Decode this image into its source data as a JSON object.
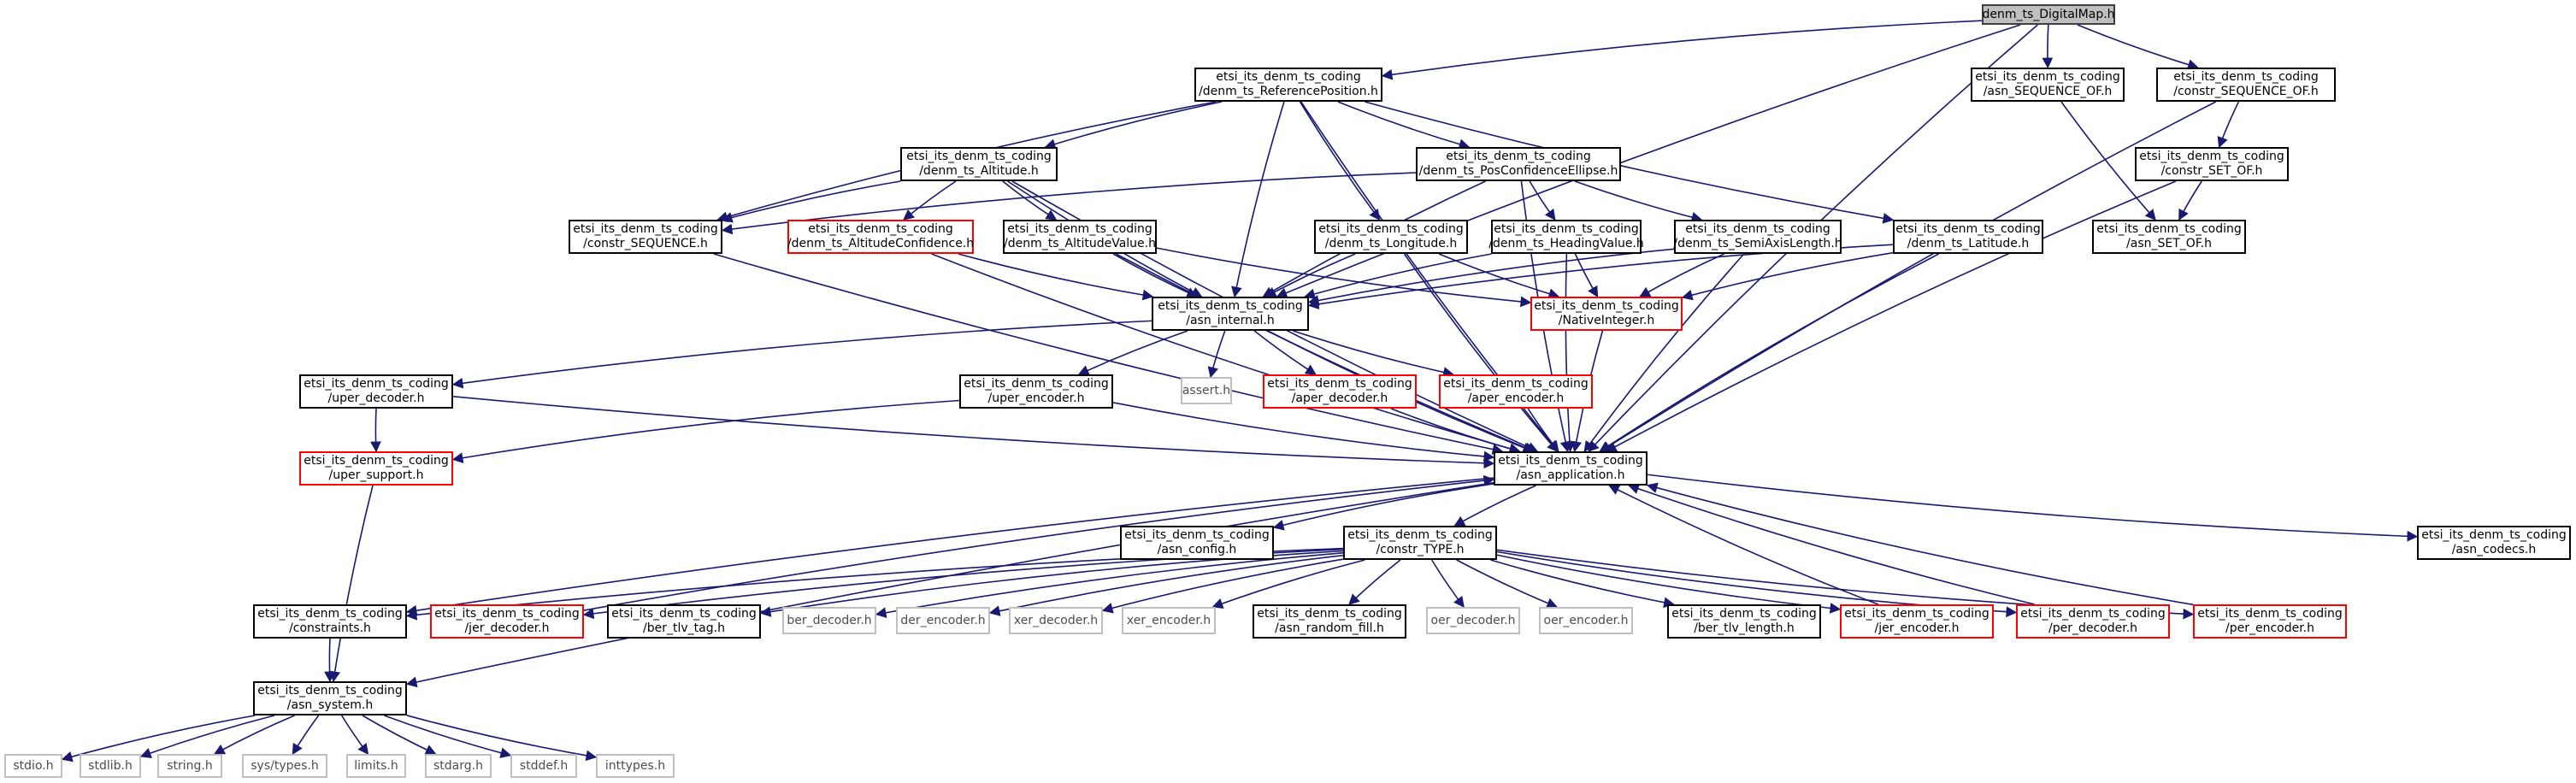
{
  "colors": {
    "edge": "#191970",
    "root_fill": "#bfbfbf",
    "truncated_border": "#ff0000",
    "system_border": "#bfbfbf"
  },
  "nodes": {
    "root": {
      "lines": [
        "denm_ts_DigitalMap.h"
      ],
      "style": "root"
    },
    "refpos": {
      "lines": [
        "etsi_its_denm_ts_coding",
        "/denm_ts_ReferencePosition.h"
      ],
      "style": "normal"
    },
    "seqof": {
      "lines": [
        "etsi_its_denm_ts_coding",
        "/asn_SEQUENCE_OF.h"
      ],
      "style": "normal"
    },
    "cseqof": {
      "lines": [
        "etsi_its_denm_ts_coding",
        "/constr_SEQUENCE_OF.h"
      ],
      "style": "normal"
    },
    "altitude": {
      "lines": [
        "etsi_its_denm_ts_coding",
        "/denm_ts_Altitude.h"
      ],
      "style": "normal"
    },
    "posconf": {
      "lines": [
        "etsi_its_denm_ts_coding",
        "/denm_ts_PosConfidenceEllipse.h"
      ],
      "style": "normal"
    },
    "csetof": {
      "lines": [
        "etsi_its_denm_ts_coding",
        "/constr_SET_OF.h"
      ],
      "style": "normal"
    },
    "setof": {
      "lines": [
        "etsi_its_denm_ts_coding",
        "/asn_SET_OF.h"
      ],
      "style": "normal"
    },
    "cseq": {
      "lines": [
        "etsi_its_denm_ts_coding",
        "/constr_SEQUENCE.h"
      ],
      "style": "normal"
    },
    "altconf": {
      "lines": [
        "etsi_its_denm_ts_coding",
        "/denm_ts_AltitudeConfidence.h"
      ],
      "style": "red"
    },
    "altval": {
      "lines": [
        "etsi_its_denm_ts_coding",
        "/denm_ts_AltitudeValue.h"
      ],
      "style": "normal"
    },
    "longitude": {
      "lines": [
        "etsi_its_denm_ts_coding",
        "/denm_ts_Longitude.h"
      ],
      "style": "normal"
    },
    "heading": {
      "lines": [
        "etsi_its_denm_ts_coding",
        "/denm_ts_HeadingValue.h"
      ],
      "style": "normal"
    },
    "semiaxis": {
      "lines": [
        "etsi_its_denm_ts_coding",
        "/denm_ts_SemiAxisLength.h"
      ],
      "style": "normal"
    },
    "latitude": {
      "lines": [
        "etsi_its_denm_ts_coding",
        "/denm_ts_Latitude.h"
      ],
      "style": "normal"
    },
    "asninternal": {
      "lines": [
        "etsi_its_denm_ts_coding",
        "/asn_internal.h"
      ],
      "style": "normal"
    },
    "nativeint": {
      "lines": [
        "etsi_its_denm_ts_coding",
        "/NativeInteger.h"
      ],
      "style": "red"
    },
    "uperdec": {
      "lines": [
        "etsi_its_denm_ts_coding",
        "/uper_decoder.h"
      ],
      "style": "normal"
    },
    "uperenc": {
      "lines": [
        "etsi_its_denm_ts_coding",
        "/uper_encoder.h"
      ],
      "style": "normal"
    },
    "assert": {
      "lines": [
        "assert.h"
      ],
      "style": "grey"
    },
    "aperdec": {
      "lines": [
        "etsi_its_denm_ts_coding",
        "/aper_decoder.h"
      ],
      "style": "red"
    },
    "aperenc": {
      "lines": [
        "etsi_its_denm_ts_coding",
        "/aper_encoder.h"
      ],
      "style": "red"
    },
    "upersupport": {
      "lines": [
        "etsi_its_denm_ts_coding",
        "/uper_support.h"
      ],
      "style": "red"
    },
    "asnapp": {
      "lines": [
        "etsi_its_denm_ts_coding",
        "/asn_application.h"
      ],
      "style": "normal"
    },
    "asnconfig": {
      "lines": [
        "etsi_its_denm_ts_coding",
        "/asn_config.h"
      ],
      "style": "normal"
    },
    "constrtype": {
      "lines": [
        "etsi_its_denm_ts_coding",
        "/constr_TYPE.h"
      ],
      "style": "normal"
    },
    "asncodecs": {
      "lines": [
        "etsi_its_denm_ts_coding",
        "/asn_codecs.h"
      ],
      "style": "normal"
    },
    "constraints": {
      "lines": [
        "etsi_its_denm_ts_coding",
        "/constraints.h"
      ],
      "style": "normal"
    },
    "jerdec": {
      "lines": [
        "etsi_its_denm_ts_coding",
        "/jer_decoder.h"
      ],
      "style": "red"
    },
    "bertlvtag": {
      "lines": [
        "etsi_its_denm_ts_coding",
        "/ber_tlv_tag.h"
      ],
      "style": "normal"
    },
    "berdec": {
      "lines": [
        "ber_decoder.h"
      ],
      "style": "grey"
    },
    "derenc": {
      "lines": [
        "der_encoder.h"
      ],
      "style": "grey"
    },
    "xerdec": {
      "lines": [
        "xer_decoder.h"
      ],
      "style": "grey"
    },
    "xerenc": {
      "lines": [
        "xer_encoder.h"
      ],
      "style": "grey"
    },
    "randomfill": {
      "lines": [
        "etsi_its_denm_ts_coding",
        "/asn_random_fill.h"
      ],
      "style": "normal"
    },
    "oerdec": {
      "lines": [
        "oer_decoder.h"
      ],
      "style": "grey"
    },
    "oerenc": {
      "lines": [
        "oer_encoder.h"
      ],
      "style": "grey"
    },
    "bertlvlen": {
      "lines": [
        "etsi_its_denm_ts_coding",
        "/ber_tlv_length.h"
      ],
      "style": "normal"
    },
    "jerenc": {
      "lines": [
        "etsi_its_denm_ts_coding",
        "/jer_encoder.h"
      ],
      "style": "red"
    },
    "perdec": {
      "lines": [
        "etsi_its_denm_ts_coding",
        "/per_decoder.h"
      ],
      "style": "red"
    },
    "perenc": {
      "lines": [
        "etsi_its_denm_ts_coding",
        "/per_encoder.h"
      ],
      "style": "red"
    },
    "asnsystem": {
      "lines": [
        "etsi_its_denm_ts_coding",
        "/asn_system.h"
      ],
      "style": "normal"
    },
    "stdio": {
      "lines": [
        "stdio.h"
      ],
      "style": "grey"
    },
    "stdlib": {
      "lines": [
        "stdlib.h"
      ],
      "style": "grey"
    },
    "string": {
      "lines": [
        "string.h"
      ],
      "style": "grey"
    },
    "systypes": {
      "lines": [
        "sys/types.h"
      ],
      "style": "grey"
    },
    "limits": {
      "lines": [
        "limits.h"
      ],
      "style": "grey"
    },
    "stdarg": {
      "lines": [
        "stdarg.h"
      ],
      "style": "grey"
    },
    "stddef": {
      "lines": [
        "stddef.h"
      ],
      "style": "grey"
    },
    "inttypes": {
      "lines": [
        "inttypes.h"
      ],
      "style": "grey"
    }
  },
  "edges": [
    [
      "root",
      "refpos"
    ],
    [
      "root",
      "seqof"
    ],
    [
      "root",
      "cseqof"
    ],
    [
      "root",
      "asninternal"
    ],
    [
      "root",
      "asnapp"
    ],
    [
      "refpos",
      "altitude"
    ],
    [
      "refpos",
      "posconf"
    ],
    [
      "refpos",
      "longitude"
    ],
    [
      "refpos",
      "latitude"
    ],
    [
      "refpos",
      "cseq"
    ],
    [
      "refpos",
      "asninternal"
    ],
    [
      "refpos",
      "asnapp"
    ],
    [
      "seqof",
      "setof"
    ],
    [
      "cseqof",
      "csetof"
    ],
    [
      "cseqof",
      "asnapp"
    ],
    [
      "csetof",
      "setof"
    ],
    [
      "csetof",
      "asnapp"
    ],
    [
      "altitude",
      "cseq"
    ],
    [
      "altitude",
      "altconf"
    ],
    [
      "altitude",
      "altval"
    ],
    [
      "altitude",
      "asninternal"
    ],
    [
      "altitude",
      "asnapp"
    ],
    [
      "posconf",
      "cseq"
    ],
    [
      "posconf",
      "heading"
    ],
    [
      "posconf",
      "semiaxis"
    ],
    [
      "posconf",
      "asninternal"
    ],
    [
      "posconf",
      "asnapp"
    ],
    [
      "cseq",
      "asnapp"
    ],
    [
      "altconf",
      "asninternal"
    ],
    [
      "altconf",
      "asnapp"
    ],
    [
      "altval",
      "asninternal"
    ],
    [
      "altval",
      "nativeint"
    ],
    [
      "altval",
      "asnapp"
    ],
    [
      "longitude",
      "asninternal"
    ],
    [
      "longitude",
      "nativeint"
    ],
    [
      "longitude",
      "asnapp"
    ],
    [
      "heading",
      "asninternal"
    ],
    [
      "heading",
      "nativeint"
    ],
    [
      "heading",
      "asnapp"
    ],
    [
      "semiaxis",
      "asninternal"
    ],
    [
      "semiaxis",
      "nativeint"
    ],
    [
      "semiaxis",
      "asnapp"
    ],
    [
      "latitude",
      "asninternal"
    ],
    [
      "latitude",
      "nativeint"
    ],
    [
      "latitude",
      "asnapp"
    ],
    [
      "asninternal",
      "uperdec"
    ],
    [
      "asninternal",
      "uperenc"
    ],
    [
      "asninternal",
      "assert"
    ],
    [
      "asninternal",
      "aperdec"
    ],
    [
      "asninternal",
      "aperenc"
    ],
    [
      "asninternal",
      "asnapp"
    ],
    [
      "nativeint",
      "asnapp"
    ],
    [
      "uperdec",
      "upersupport"
    ],
    [
      "uperdec",
      "asnapp"
    ],
    [
      "uperenc",
      "upersupport"
    ],
    [
      "uperenc",
      "asnapp"
    ],
    [
      "aperdec",
      "asnapp"
    ],
    [
      "aperenc",
      "asnapp"
    ],
    [
      "upersupport",
      "asnsystem"
    ],
    [
      "asnapp",
      "asnconfig"
    ],
    [
      "asnapp",
      "constrtype"
    ],
    [
      "asnapp",
      "asncodecs"
    ],
    [
      "asnapp",
      "asnsystem"
    ],
    [
      "asnapp",
      "constraints"
    ],
    [
      "constrtype",
      "constraints"
    ],
    [
      "constrtype",
      "jerdec"
    ],
    [
      "constrtype",
      "bertlvtag"
    ],
    [
      "constrtype",
      "berdec"
    ],
    [
      "constrtype",
      "derenc"
    ],
    [
      "constrtype",
      "xerdec"
    ],
    [
      "constrtype",
      "xerenc"
    ],
    [
      "constrtype",
      "randomfill"
    ],
    [
      "constrtype",
      "oerdec"
    ],
    [
      "constrtype",
      "oerenc"
    ],
    [
      "constrtype",
      "bertlvlen"
    ],
    [
      "constrtype",
      "jerenc"
    ],
    [
      "constrtype",
      "perdec"
    ],
    [
      "constrtype",
      "perenc"
    ],
    [
      "jerdec",
      "asnapp"
    ],
    [
      "jerenc",
      "asnapp"
    ],
    [
      "perdec",
      "asnapp"
    ],
    [
      "perenc",
      "asnapp"
    ],
    [
      "constraints",
      "asnsystem"
    ],
    [
      "asnsystem",
      "stdio"
    ],
    [
      "asnsystem",
      "stdlib"
    ],
    [
      "asnsystem",
      "string"
    ],
    [
      "asnsystem",
      "systypes"
    ],
    [
      "asnsystem",
      "limits"
    ],
    [
      "asnsystem",
      "stdarg"
    ],
    [
      "asnsystem",
      "stddef"
    ],
    [
      "asnsystem",
      "inttypes"
    ]
  ]
}
